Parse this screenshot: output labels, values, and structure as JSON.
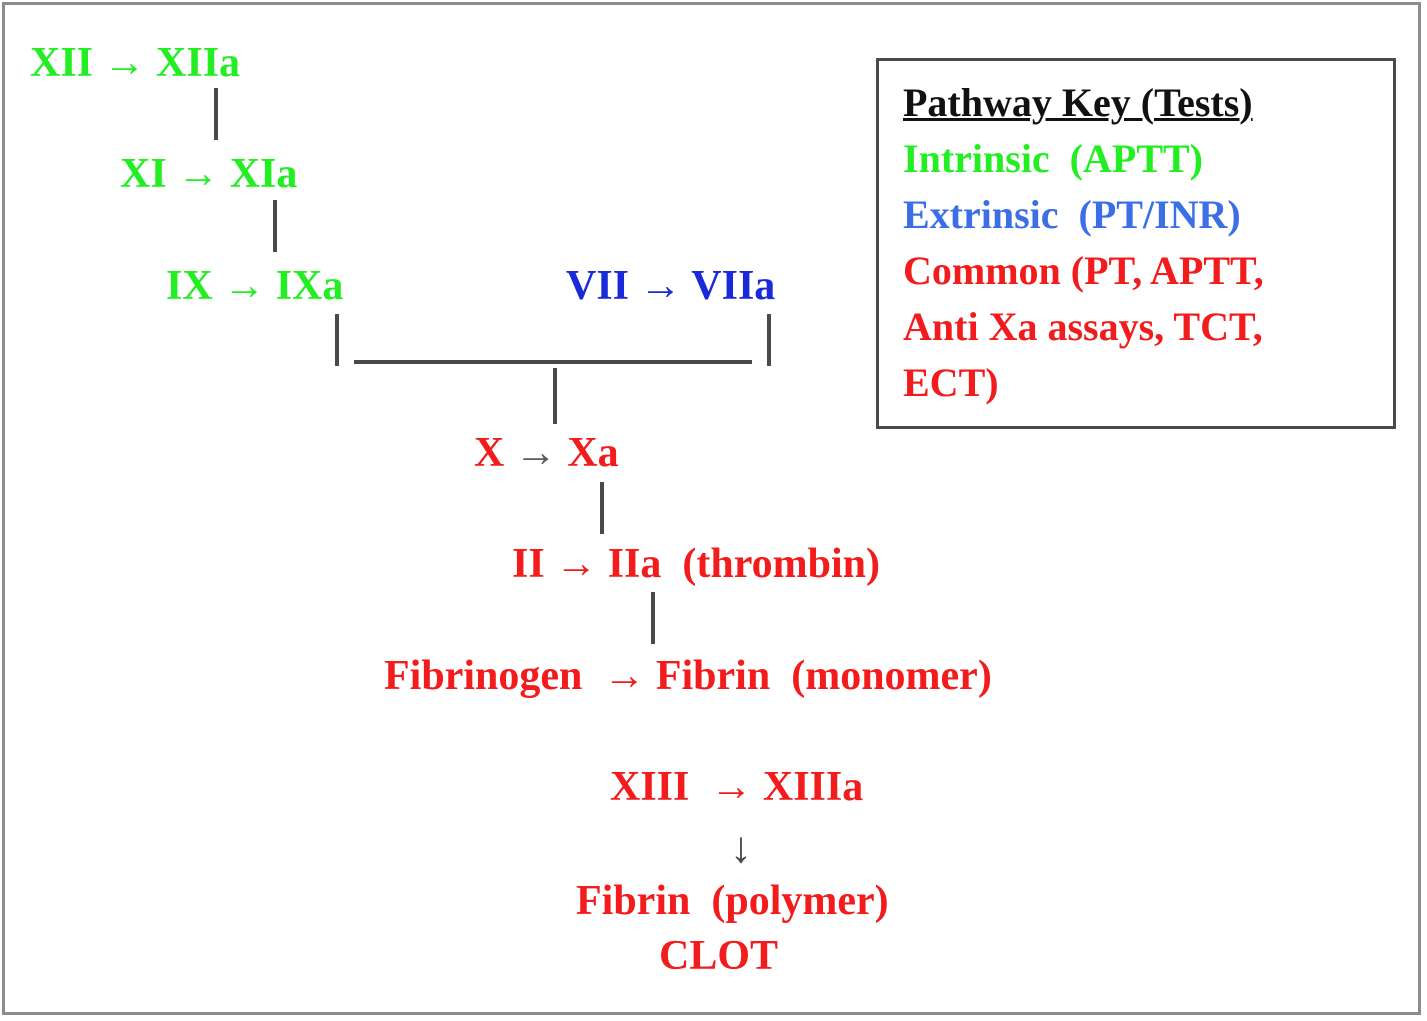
{
  "colors": {
    "intrinsic": "#22ee22",
    "extrinsic": "#1a2ad8",
    "common": "#f21c1c",
    "connector": "#4a4a4a"
  },
  "cascade": {
    "arrow": "→",
    "down_arrow": "↓",
    "xii": {
      "from": "XII",
      "to": "XIIa"
    },
    "xi": {
      "from": "XI",
      "to": "XIa"
    },
    "ix": {
      "from": "IX",
      "to": "IXa"
    },
    "vii": {
      "from": "VII",
      "to": "VIIa"
    },
    "x": {
      "from": "X",
      "to": "Xa"
    },
    "ii": {
      "from": "II",
      "to": "IIa",
      "note": "(thrombin)"
    },
    "fibrinogen": {
      "from": "Fibrinogen",
      "to": "Fibrin",
      "note": "(monomer)"
    },
    "xiii": {
      "from": "XIII",
      "to": "XIIIa"
    },
    "polymer": {
      "label": "Fibrin",
      "note": "(polymer)"
    },
    "clot": "CLOT"
  },
  "key": {
    "title": "Pathway Key (Tests)",
    "intrinsic": "Intrinsic  (APTT)",
    "extrinsic": "Extrinsic  (PT/INR)",
    "common_line1": "Common (PT, APTT,",
    "common_line2": "Anti Xa assays, TCT,",
    "common_line3": "ECT)"
  }
}
